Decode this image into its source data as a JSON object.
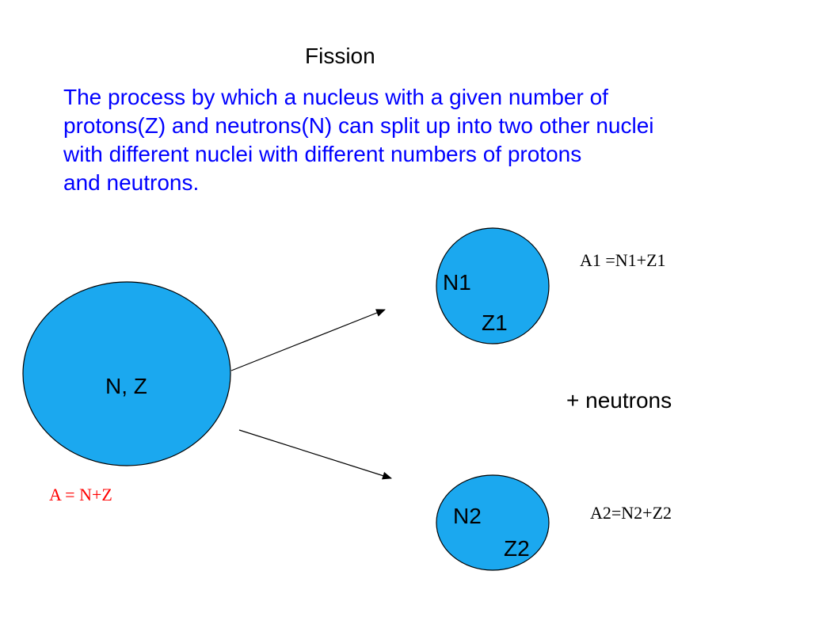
{
  "title": "Fission",
  "definition": {
    "lines": [
      "The process by which a nucleus with a given number of",
      "protons(Z) and neutrons(N) can split up into two other nuclei",
      "with different nuclei with different numbers of protons",
      "and neutrons."
    ]
  },
  "diagram": {
    "parent": {
      "label": "N, Z",
      "mass_label": "A = N+Z"
    },
    "fragment1": {
      "n_label": "N1",
      "z_label": "Z1",
      "mass_label": "A1 =N1+Z1"
    },
    "fragment2": {
      "n_label": "N2",
      "z_label": "Z2",
      "mass_label": "A2=N2+Z2"
    },
    "extra_label": "+ neutrons"
  },
  "colors": {
    "nucleus_fill": "#1ba8ef",
    "definition_text": "#0000ff",
    "mass_label_parent": "#ff0000"
  }
}
